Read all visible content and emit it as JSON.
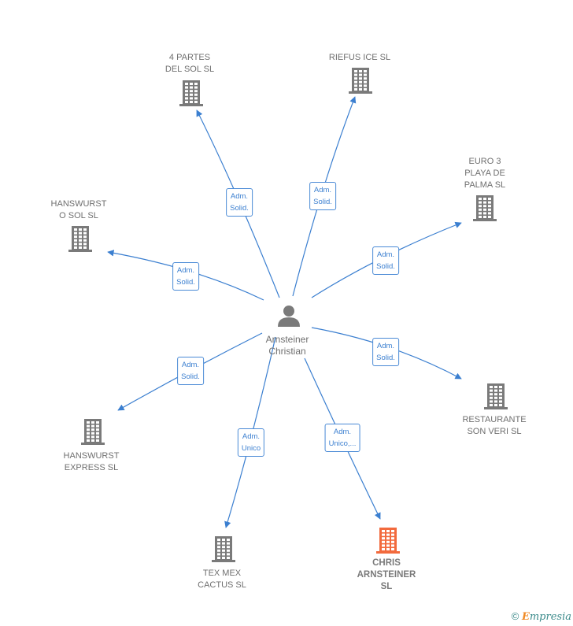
{
  "center": {
    "name": "Arnsteiner\nChristian",
    "icon": "person-icon"
  },
  "colors": {
    "edge": "#3b7fd0",
    "building": "#7a7a7a",
    "building_highlight": "#f26a3d",
    "text": "#6f6f6f"
  },
  "companies": [
    {
      "id": "4-partes",
      "name": "4 PARTES\nDEL SOL  SL",
      "role": "Adm.\nSolid.",
      "highlight": false
    },
    {
      "id": "riefus",
      "name": "RIEFUS ICE SL",
      "role": "Adm.\nSolid.",
      "highlight": false
    },
    {
      "id": "euro3",
      "name": "EURO 3\nPLAYA DE\nPALMA  SL",
      "role": "Adm.\nSolid.",
      "highlight": false
    },
    {
      "id": "hanswurst-o-sol",
      "name": "HANSWURST\nO SOL  SL",
      "role": "Adm.\nSolid.",
      "highlight": false
    },
    {
      "id": "restaurante",
      "name": "RESTAURANTE\nSON VERI  SL",
      "role": "Adm.\nSolid.",
      "highlight": false
    },
    {
      "id": "hanswurst-express",
      "name": "HANSWURST\nEXPRESS  SL",
      "role": "Adm.\nSolid.",
      "highlight": false
    },
    {
      "id": "tex-mex",
      "name": "TEX MEX\nCACTUS  SL",
      "role": "Adm.\nUnico",
      "highlight": false
    },
    {
      "id": "chris",
      "name": "CHRIS\nARNSTEINER\nSL",
      "role": "Adm.\nUnico,...",
      "highlight": true
    }
  ],
  "footer": {
    "copyright": "©",
    "brand_initial": "E",
    "brand_rest": "mpresia"
  }
}
